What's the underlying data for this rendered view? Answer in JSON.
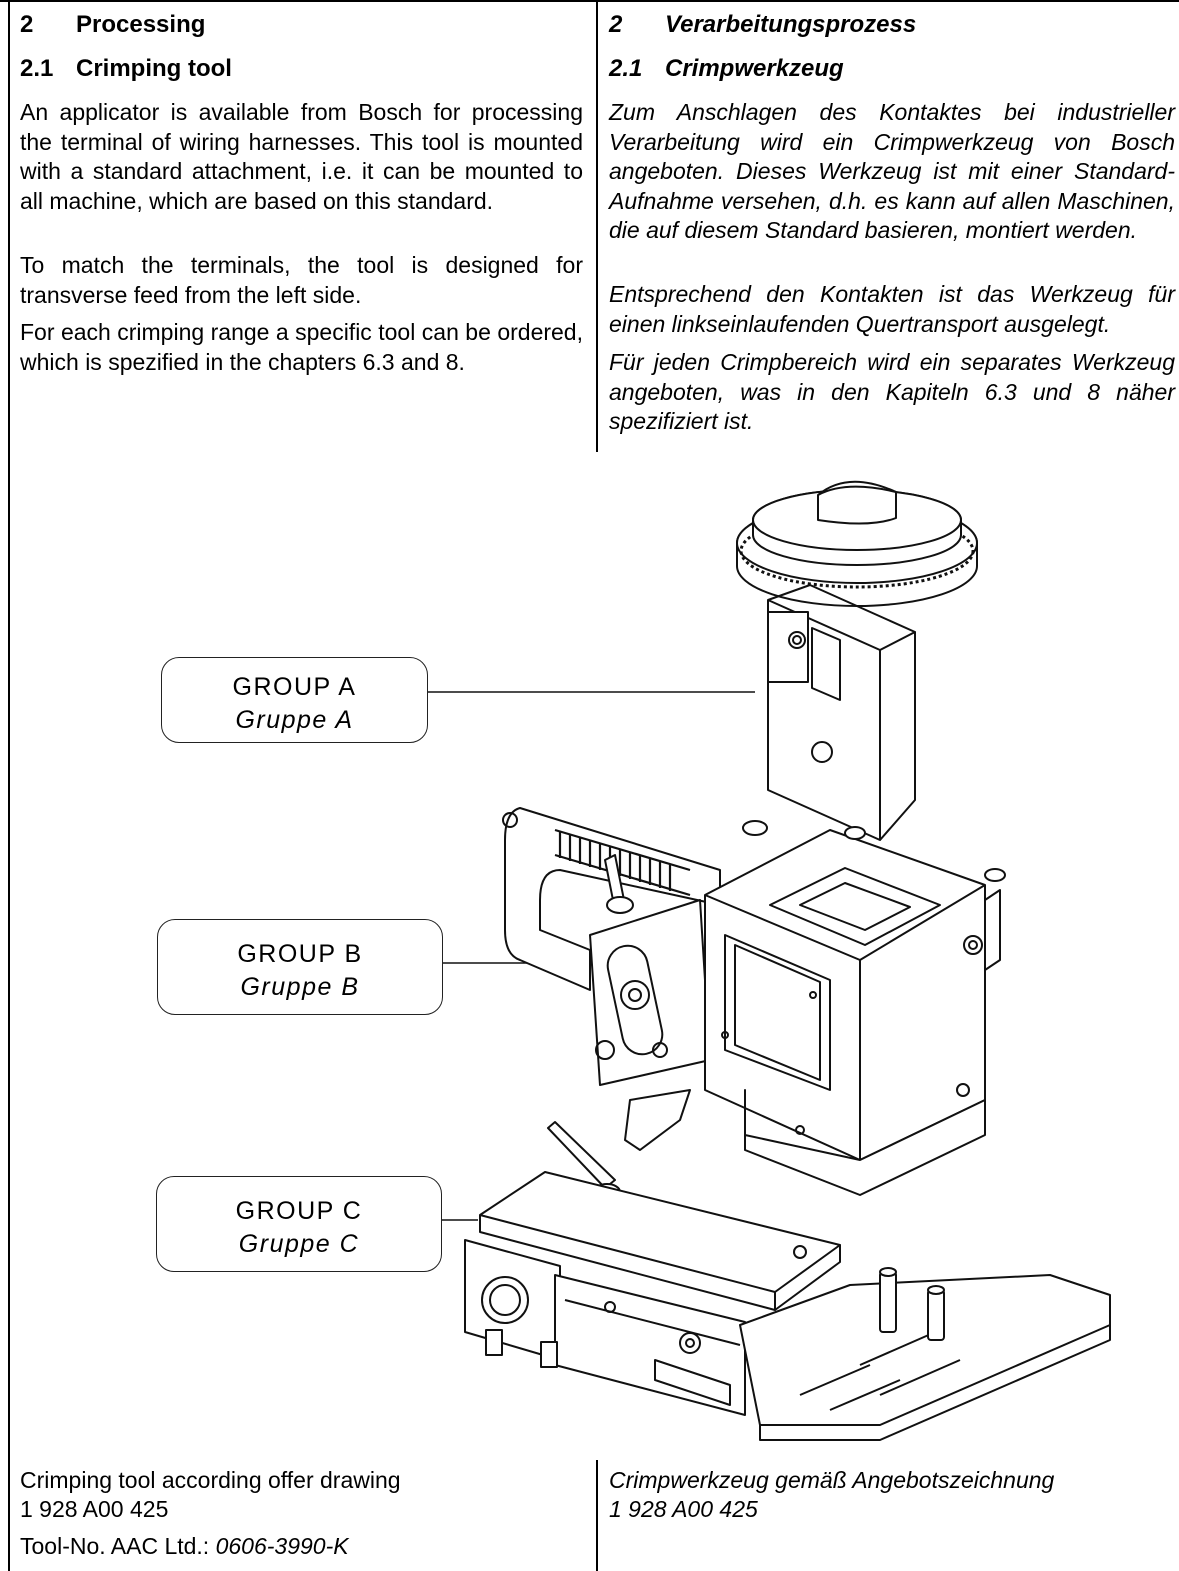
{
  "left": {
    "section_number": "2",
    "section_title": "Processing",
    "subsection_number": "2.1",
    "subsection_title": "Crimping tool",
    "paragraphs": [
      "An applicator is available from Bosch for processing the terminal of wiring harnesses. This tool is mounted with a standard attachment, i.e. it can be mounted to all machine, which are based on this standard.",
      "To match the terminals, the tool is designed for transverse feed from the left side.",
      "For each crimping range a specific tool can be ordered, which is spezified in the chapters 6.3 and 8."
    ]
  },
  "right": {
    "section_number": "2",
    "section_title": "Verarbeitungsprozess",
    "subsection_number": "2.1",
    "subsection_title": "Crimpwerkzeug",
    "paragraphs": [
      "Zum Anschlagen des Kontaktes bei industrieller Verarbeitung wird ein Crimpwerkzeug von Bosch angeboten. Dieses Werkzeug ist mit einer Standard-Aufnahme versehen, d.h. es kann auf allen Maschinen, die auf diesem Standard basieren, montiert werden.",
      "Entsprechend den Kontakten ist das Werkzeug für einen linkseinlaufenden Quertransport ausgelegt.",
      "Für jeden Crimpbereich wird ein separates Werkzeug angeboten, was in den Kapiteln 6.3 und 8 näher spezifiziert ist."
    ]
  },
  "groups": [
    {
      "label": "GROUP A",
      "label_de": "Gruppe A"
    },
    {
      "label": "GROUP B",
      "label_de": "Gruppe B"
    },
    {
      "label": "GROUP C",
      "label_de": "Gruppe C"
    }
  ],
  "footer": {
    "left_caption": "Crimping tool according offer drawing",
    "left_drawing_no": "1 928 A00 425",
    "tool_no_label": "Tool-No. AAC Ltd.:",
    "tool_no_value": "0606-3990-K",
    "right_caption": "Crimpwerkzeug gemäß Angebotszeichnung",
    "right_drawing_no": "1 928 A00 425"
  }
}
